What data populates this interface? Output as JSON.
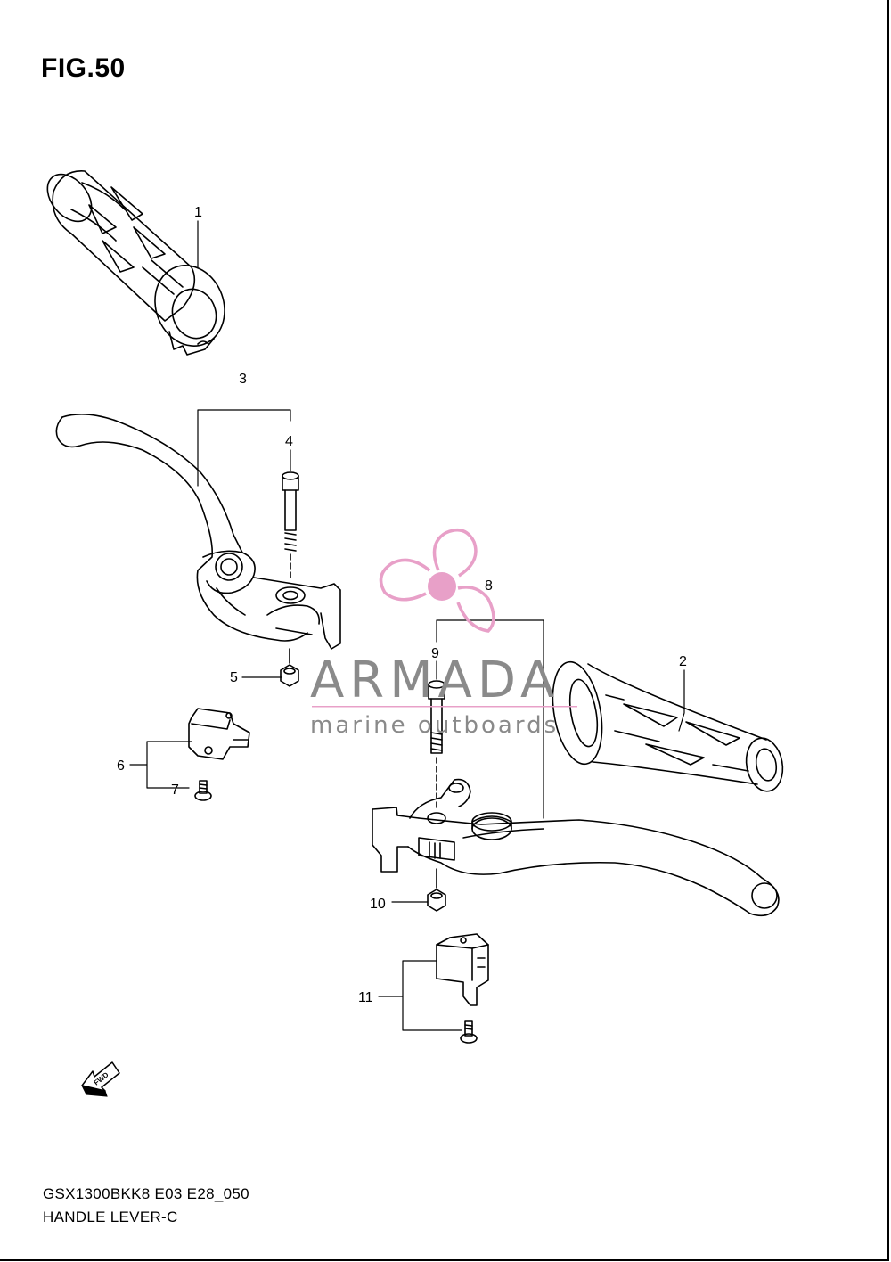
{
  "figure": {
    "title": "FIG.50"
  },
  "footer": {
    "model_code": "GSX1300BKK8 E03 E28_050",
    "section_name": "HANDLE LEVER-C"
  },
  "callouts": [
    "1",
    "2",
    "3",
    "4",
    "5",
    "6",
    "7",
    "8",
    "9",
    "10",
    "11"
  ],
  "fwd_arrow": {
    "label": "FWD"
  },
  "watermark": {
    "brand": "ARMADA",
    "tagline": "marine outboards",
    "logo_color": "#e8a0c8",
    "text_color": "#8a8a8a"
  },
  "colors": {
    "line": "#000000",
    "background": "#ffffff"
  }
}
